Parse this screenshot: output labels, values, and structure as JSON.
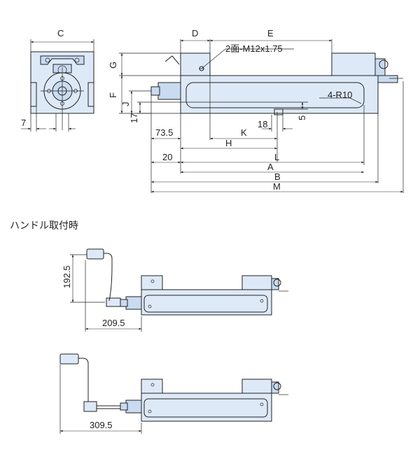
{
  "caption": "ハンドル取付時",
  "dims": {
    "C": "C",
    "D": "D",
    "E": "E",
    "G": "G",
    "F": "F",
    "J": "J",
    "seven": "7",
    "seventeen": "17",
    "a735": "73.5",
    "K": "K",
    "eighteen": "18",
    "five": "5",
    "H": "H",
    "twenty": "20",
    "L": "L",
    "A": "A",
    "B": "B",
    "M": "M"
  },
  "notes": {
    "thread": "2面-M12x1.75",
    "radius": "4-R10"
  },
  "handle_views": {
    "height": "192.5",
    "short_reach": "209.5",
    "long_reach": "309.5"
  }
}
